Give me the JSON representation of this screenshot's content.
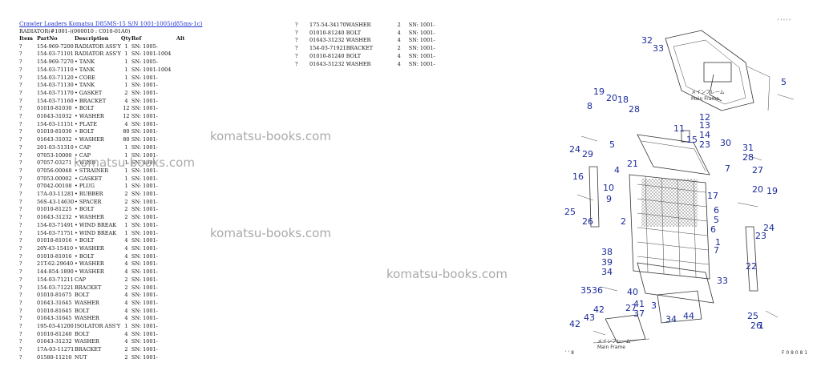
{
  "breadcrumb": "Crawler Loaders Komatsu D85MS-15 S/N 1001-1005(d85ms-1c)",
  "subtitle": "RADIATOR(#1001-)(060010 : C010-01A0)",
  "columns": [
    "Item",
    "PartNo",
    "Description",
    "Qty",
    "Ref",
    "Alt"
  ],
  "left_rows": [
    [
      "?",
      "154-969-7200",
      "RADIATOR ASS'Y",
      "1",
      "SN: 1005-"
    ],
    [
      "?",
      "154-03-71101",
      "RADIATOR ASS'Y",
      "1",
      "SN: 1001-1004"
    ],
    [
      "?",
      "154-969-7270",
      "• TANK",
      "1",
      "SN: 1005-"
    ],
    [
      "?",
      "154-03-71110",
      "• TANK",
      "1",
      "SN: 1001-1004"
    ],
    [
      "?",
      "154-03-71120",
      "• CORE",
      "1",
      "SN: 1001-"
    ],
    [
      "?",
      "154-03-71130",
      "• TANK",
      "1",
      "SN: 1001-"
    ],
    [
      "?",
      "154-03-71170",
      "• GASKET",
      "2",
      "SN: 1001-"
    ],
    [
      "?",
      "154-03-71160",
      "• BRACKET",
      "4",
      "SN: 1001-"
    ],
    [
      "?",
      "01010-81030",
      "• BOLT",
      "12",
      "SN: 1001-"
    ],
    [
      "?",
      "01643-31032",
      "• WASHER",
      "12",
      "SN: 1001-"
    ],
    [
      "?",
      "154-03-11151",
      "• PLATE",
      "4",
      "SN: 1001-"
    ],
    [
      "?",
      "01010-81030",
      "• BOLT",
      "80",
      "SN: 1001-"
    ],
    [
      "?",
      "01643-31032",
      "• WASHER",
      "80",
      "SN: 1001-"
    ],
    [
      "?",
      "201-03-51310",
      "• CAP",
      "1",
      "SN: 1001-"
    ],
    [
      "?",
      "07053-10000",
      "• CAP",
      "1",
      "SN: 1001-"
    ],
    [
      "?",
      "07057-03271",
      "• WIND",
      "1",
      "SN: 1001-"
    ],
    [
      "?",
      "07056-00048",
      "• STRAINER",
      "1",
      "SN: 1001-"
    ],
    [
      "?",
      "07053-00002",
      "• GASKET",
      "1",
      "SN: 1001-"
    ],
    [
      "?",
      "07042-00108",
      "• PLUG",
      "1",
      "SN: 1001-"
    ],
    [
      "?",
      "17A-03-11281",
      "• RUBBER",
      "2",
      "SN: 1001-"
    ],
    [
      "?",
      "56S-43-14630",
      "• SPACER",
      "2",
      "SN: 1001-"
    ],
    [
      "?",
      "01010-81225",
      "• BOLT",
      "2",
      "SN: 1001-"
    ],
    [
      "?",
      "01643-31232",
      "• WASHER",
      "2",
      "SN: 1001-"
    ],
    [
      "?",
      "154-03-71491",
      "• WIND BREAK",
      "1",
      "SN: 1001-"
    ],
    [
      "?",
      "154-03-71751",
      "• WIND BREAK",
      "1",
      "SN: 1001-"
    ],
    [
      "?",
      "01010-81016",
      "• BOLT",
      "4",
      "SN: 1001-"
    ],
    [
      "?",
      "20Y-43-15410",
      "• WASHER",
      "4",
      "SN: 1001-"
    ],
    [
      "?",
      "01010-81016",
      "• BOLT",
      "4",
      "SN: 1001-"
    ],
    [
      "?",
      "21T-62-29640",
      "• WASHER",
      "4",
      "SN: 1001-"
    ],
    [
      "?",
      "144-854-1890",
      "• WASHER",
      "4",
      "SN: 1001-"
    ],
    [
      "?",
      "154-03-71211",
      "CAP",
      "2",
      "SN: 1001-"
    ],
    [
      "?",
      "154-03-71221",
      "BRACKET",
      "2",
      "SN: 1001-"
    ],
    [
      "?",
      "01010-81675",
      "BOLT",
      "4",
      "SN: 1001-"
    ],
    [
      "?",
      "01643-31645",
      "WASHER",
      "4",
      "SN: 1001-"
    ],
    [
      "?",
      "01010-81645",
      "BOLT",
      "4",
      "SN: 1001-"
    ],
    [
      "?",
      "01643-31645",
      "WASHER",
      "4",
      "SN: 1001-"
    ],
    [
      "?",
      "195-03-41200",
      "ISOLATOR ASS'Y",
      "1",
      "SN: 1001-"
    ],
    [
      "?",
      "01010-81240",
      "BOLT",
      "4",
      "SN: 1001-"
    ],
    [
      "?",
      "01643-31232",
      "WASHER",
      "4",
      "SN: 1001-"
    ],
    [
      "?",
      "17A-03-11271",
      "BRACKET",
      "2",
      "SN: 1001-"
    ],
    [
      "?",
      "01580-11210",
      "NUT",
      "2",
      "SN: 1001-"
    ]
  ],
  "right_rows": [
    [
      "?",
      "175-54-34170",
      "WASHER",
      "2",
      "SN: 1001-"
    ],
    [
      "?",
      "01010-81240",
      "BOLT",
      "4",
      "SN: 1001-"
    ],
    [
      "?",
      "01643-31232",
      "WASHER",
      "4",
      "SN: 1001-"
    ],
    [
      "?",
      "154-03-71921",
      "BRACKET",
      "2",
      "SN: 1001-"
    ],
    [
      "?",
      "01010-81240",
      "BOLT",
      "4",
      "SN: 1001-"
    ],
    [
      "?",
      "01643-31232",
      "WASHER",
      "4",
      "SN: 1001-"
    ]
  ],
  "watermark": "komatsu-books.com",
  "diagram": {
    "main_frame_jp": "メインフレーム",
    "main_frame_en": "Main Frame",
    "callouts": [
      "32",
      "33",
      "19",
      "20",
      "8",
      "18",
      "28",
      "11",
      "12",
      "13",
      "14",
      "23",
      "24",
      "29",
      "5",
      "4",
      "21",
      "16",
      "30",
      "31",
      "28",
      "7",
      "27",
      "10",
      "9",
      "26",
      "25",
      "17",
      "20",
      "19",
      "2",
      "6",
      "5",
      "24",
      "23",
      "1",
      "22",
      "38",
      "39",
      "34",
      "36",
      "35",
      "40",
      "41",
      "37",
      "3",
      "42",
      "34",
      "44",
      "43",
      "42",
      "27",
      "25",
      "26",
      "1",
      "33",
      "5",
      "6",
      "7",
      "15"
    ],
    "footer_left": "' ' 8",
    "footer_right": "F 0 8 0 8 1",
    "header_right": "' ' ' ' '"
  }
}
